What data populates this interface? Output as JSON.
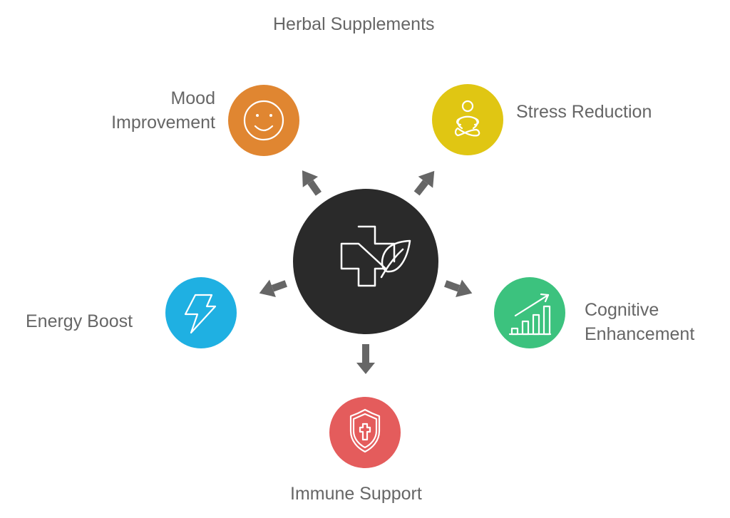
{
  "title": "Herbal Supplements",
  "center": {
    "icon": "medical-cross-leaf-icon",
    "color": "#2a2a2a"
  },
  "arrow_color": "#666666",
  "nodes": [
    {
      "id": "mood",
      "label_line1": "Mood",
      "label_line2": "Improvement",
      "icon": "smiley-face-icon",
      "color": "#e08631"
    },
    {
      "id": "stress",
      "label_line1": "Stress Reduction",
      "icon": "meditation-icon",
      "color": "#e0c613"
    },
    {
      "id": "cognitive",
      "label_line1": "Cognitive",
      "label_line2": "Enhancement",
      "icon": "growth-chart-icon",
      "color": "#3cc27e"
    },
    {
      "id": "immune",
      "label_line1": "Immune Support",
      "icon": "shield-cross-icon",
      "color": "#e45c5c"
    },
    {
      "id": "energy",
      "label_line1": "Energy Boost",
      "icon": "lightning-bolt-icon",
      "color": "#1fb0e2"
    }
  ]
}
